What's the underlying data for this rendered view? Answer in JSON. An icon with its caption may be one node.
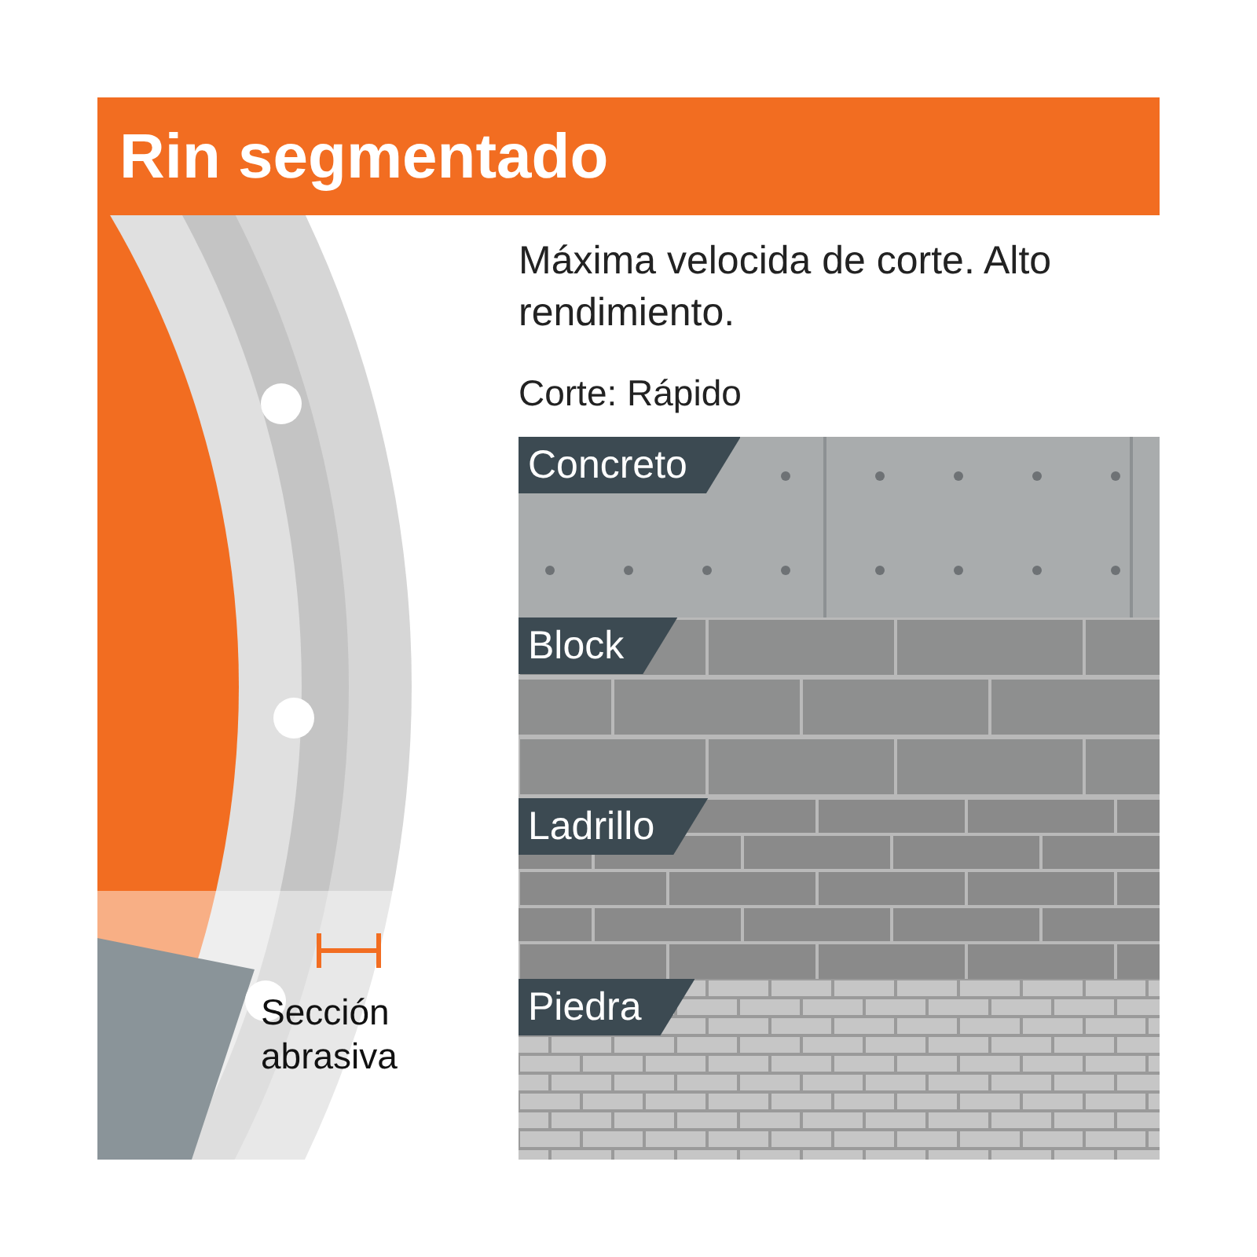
{
  "diagram": {
    "title": "Rin segmentado",
    "nodes": [
      {
        "text": [
          "Concreto"
        ]
      },
      {
        "text": [
          "Block"
        ]
      },
      {
        "text": [
          "Ladrillo"
        ]
      },
      {
        "text": [
          "Piedra"
        ]
      }
    ],
    "labels": [
      "Máxima velocida de corte. Alto rendimiento.",
      "Corte: Rápido",
      "Sección abrasiva"
    ]
  }
}
